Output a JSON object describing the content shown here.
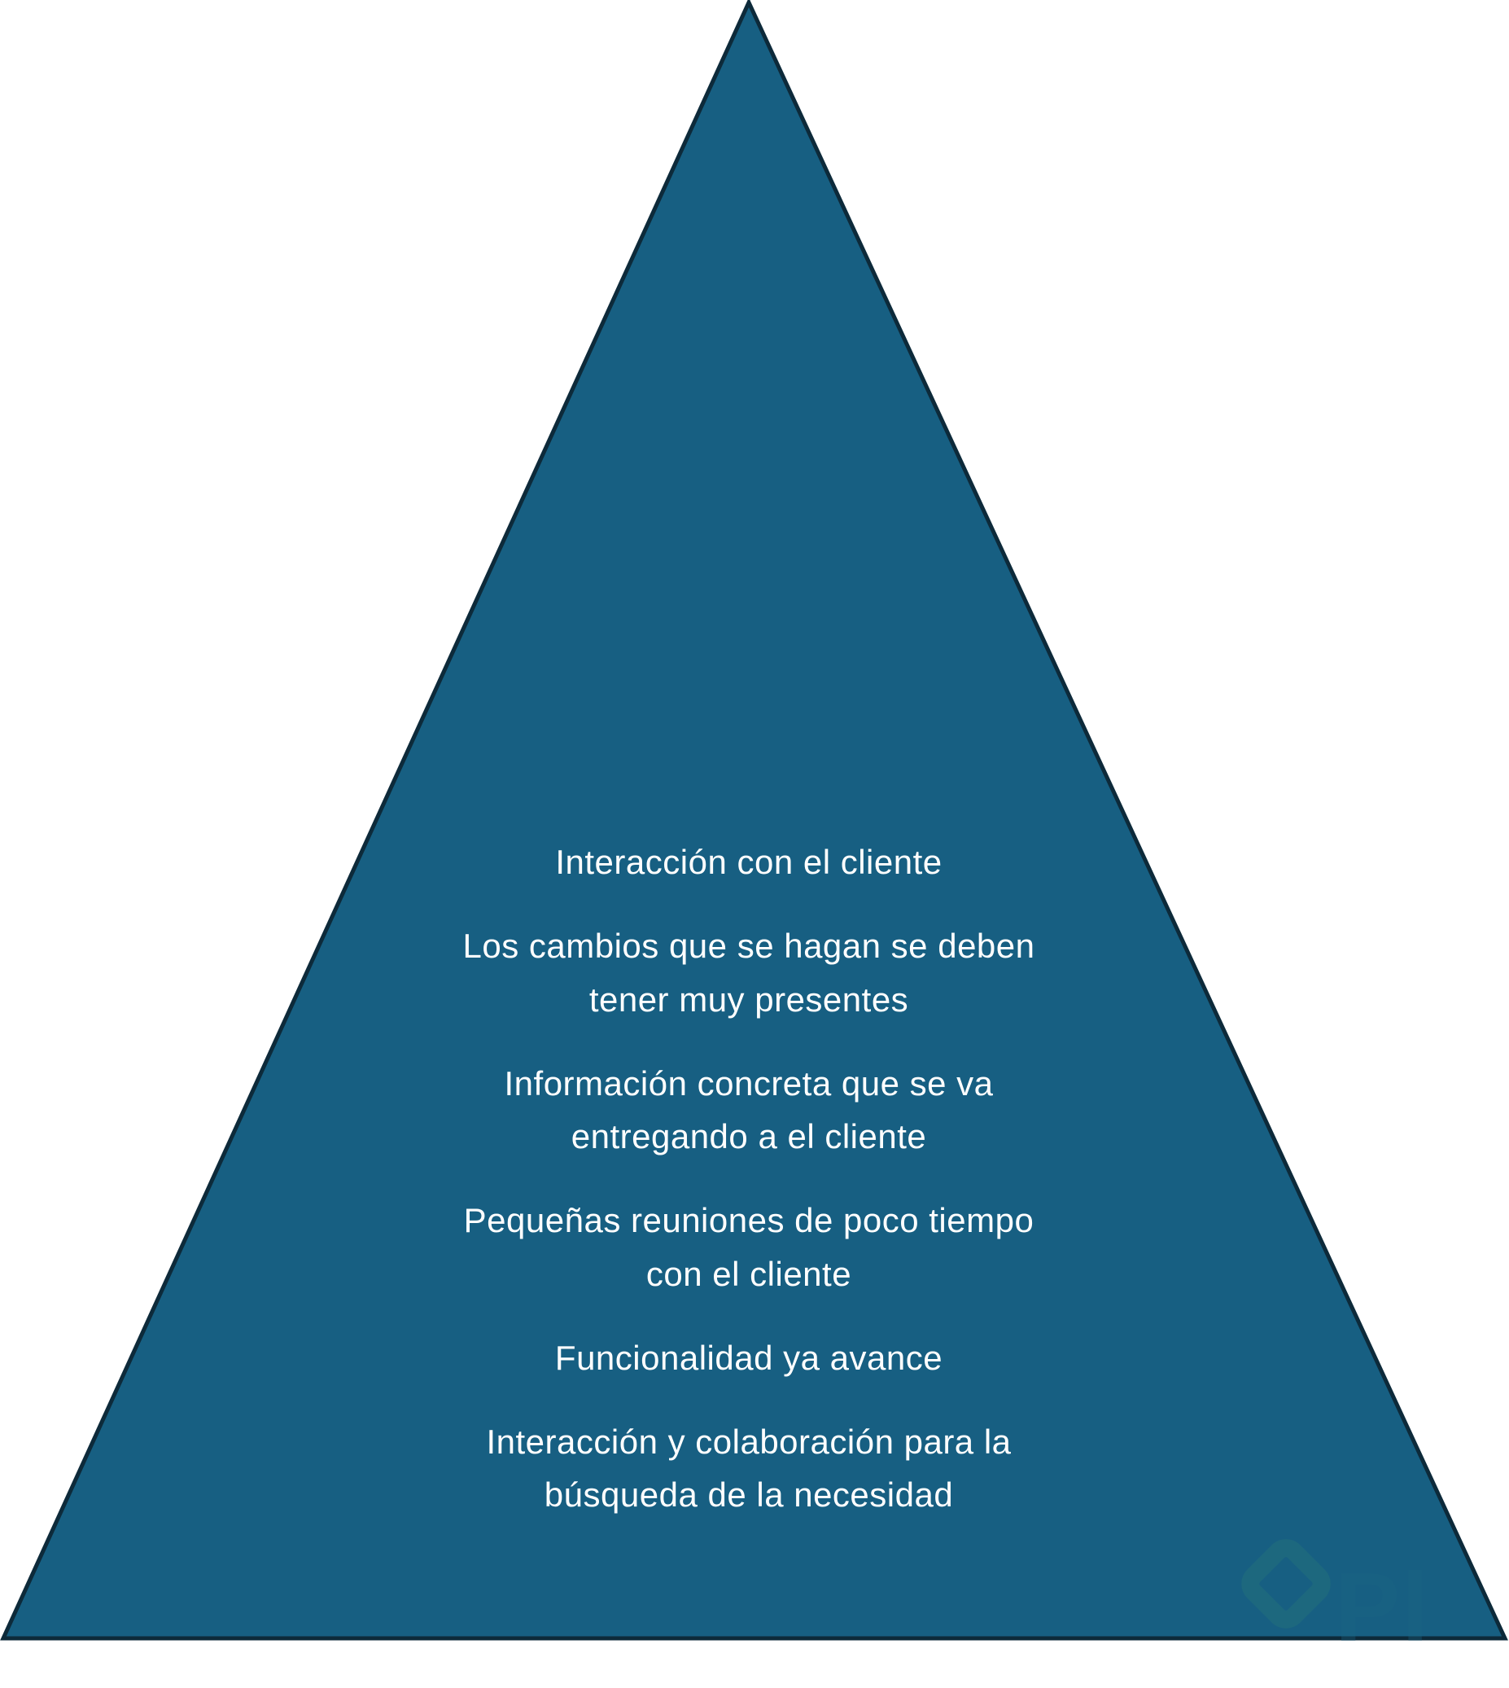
{
  "colors": {
    "fill": "#175f82",
    "stroke": "#0d2a3a",
    "text": "#ffffff"
  },
  "items": [
    {
      "lines": [
        "Interacción con el cliente"
      ]
    },
    {
      "lines": [
        "Los cambios que se hagan se deben",
        "tener muy presentes"
      ]
    },
    {
      "lines": [
        "Información concreta que se va",
        "entregando a el cliente"
      ]
    },
    {
      "lines": [
        "Pequeñas reuniones de poco tiempo",
        "con el cliente"
      ]
    },
    {
      "lines": [
        "Funcionalidad ya avance"
      ]
    },
    {
      "lines": [
        "Interacción y colaboración para la",
        "búsqueda de la necesidad"
      ]
    }
  ],
  "watermark": {
    "text": "Platzi"
  }
}
